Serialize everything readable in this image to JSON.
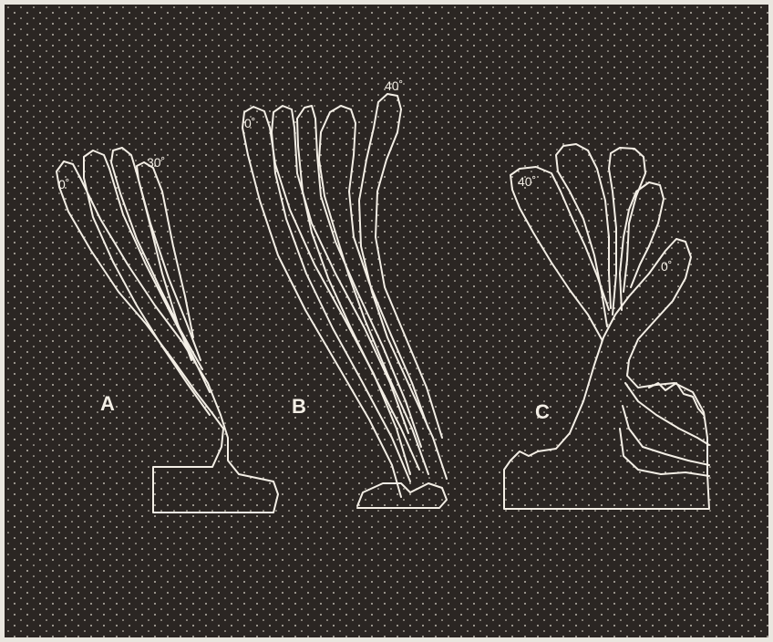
{
  "colors": {
    "background": "#2b2623",
    "speckle": "#e8e2d6",
    "outline": "#f4efe6",
    "frame": "#e9e6df"
  },
  "panels": [
    {
      "id": "A",
      "label": "A",
      "angle_labels": [
        "0˚",
        "30˚"
      ]
    },
    {
      "id": "B",
      "label": "B",
      "angle_labels": [
        "0˚",
        "40˚"
      ]
    },
    {
      "id": "C",
      "label": "C",
      "angle_labels": [
        "40˚",
        "0˚"
      ]
    }
  ]
}
